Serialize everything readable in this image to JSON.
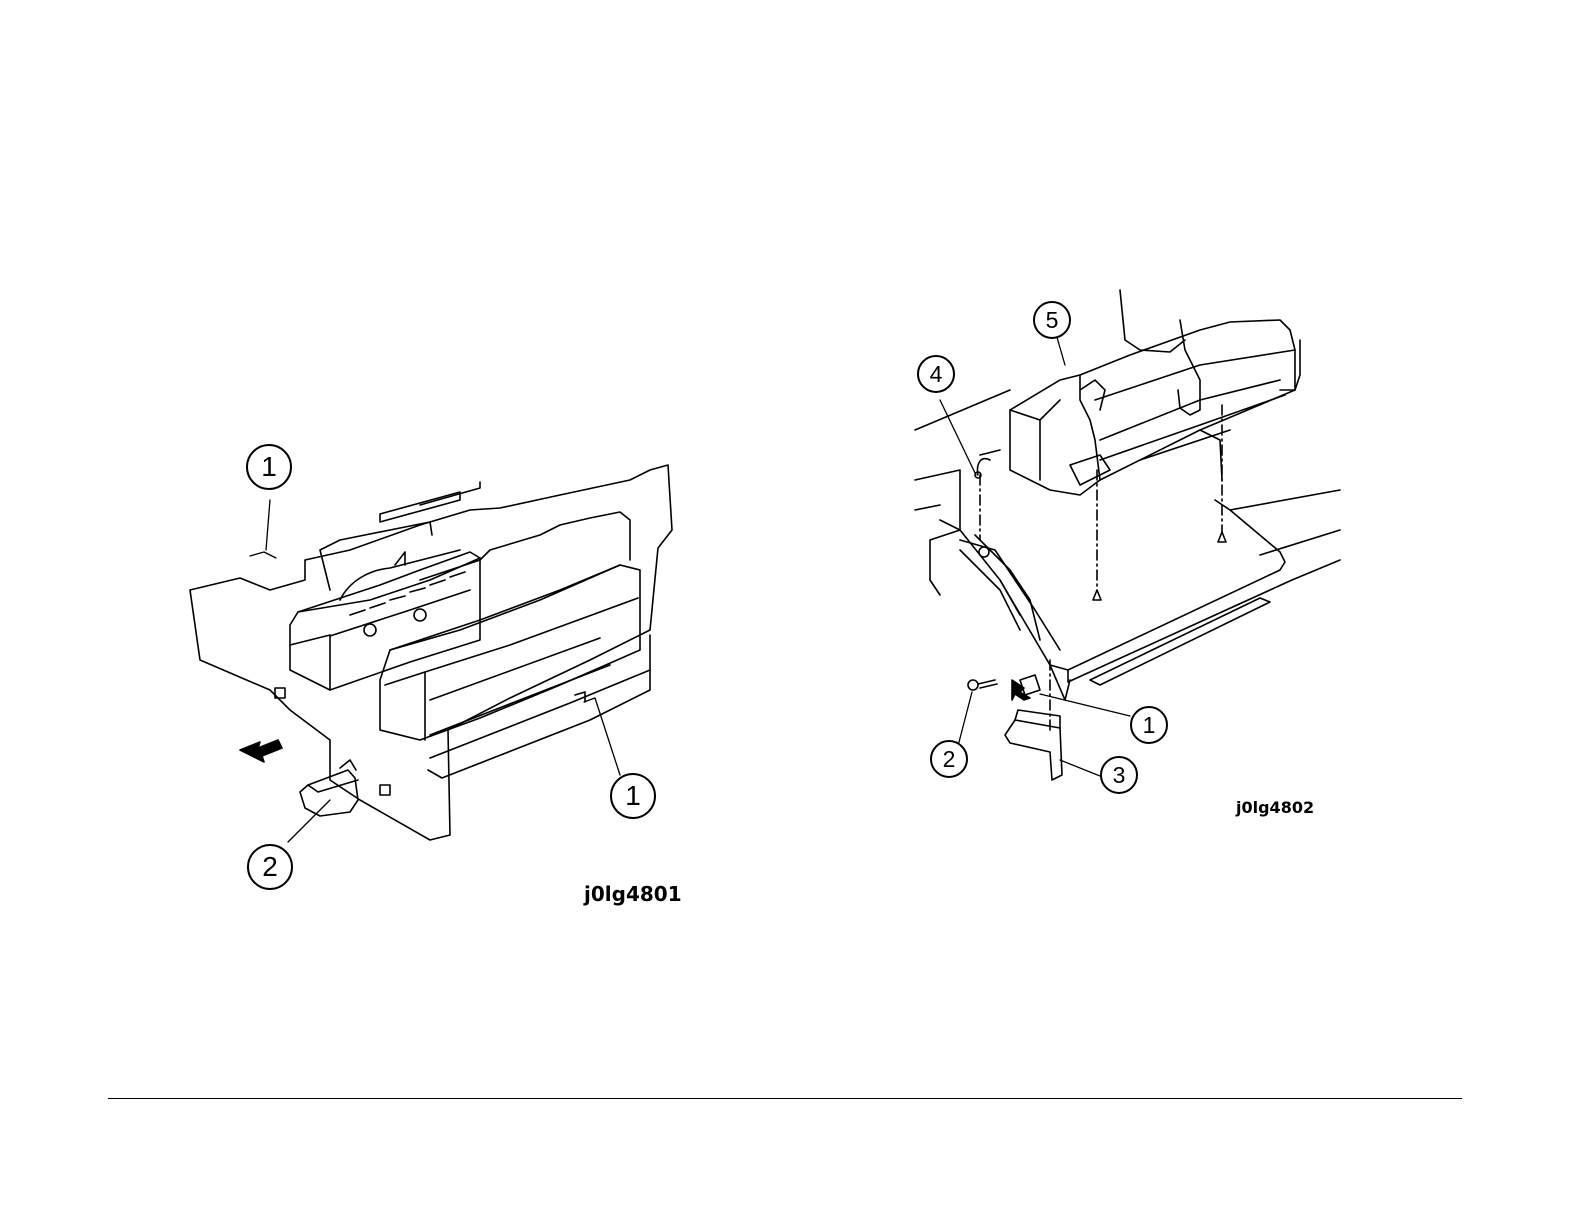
{
  "figures": [
    {
      "id": "j0lg4801",
      "callouts": [
        "1",
        "1",
        "2"
      ]
    },
    {
      "id": "j0lg4802",
      "callouts": [
        "5",
        "4",
        "1",
        "2",
        "3"
      ]
    }
  ],
  "colors": {
    "ink": "#000000",
    "paper": "#ffffff"
  }
}
